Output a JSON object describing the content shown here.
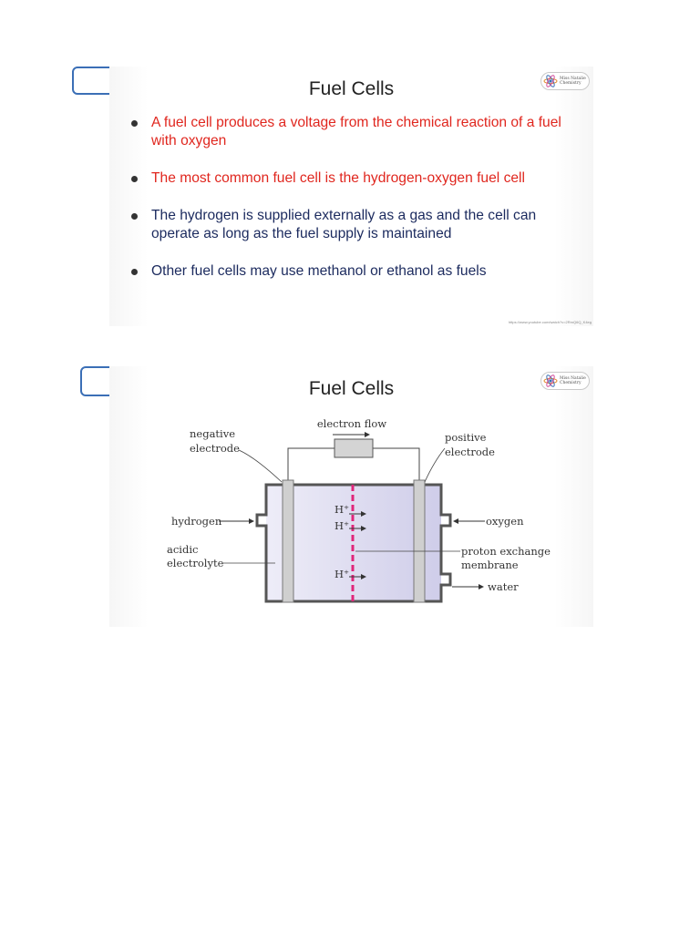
{
  "slides": [
    {
      "title": "Fuel Cells",
      "logo_text": "Miss Natalie\nChemistry",
      "bullets": [
        "A fuel cell produces a voltage from the chemical reaction of a fuel with oxygen",
        "The most common fuel cell is the hydrogen-oxygen fuel cell",
        "The hydrogen is supplied externally as a gas and the cell can operate as long as the fuel supply is maintained",
        "Other fuel cells may use methanol or ethanol as fuels"
      ],
      "source_link": "https://www.youtube.com/watch?v=2RmQ6Q_K4eg"
    },
    {
      "title": "Fuel Cells",
      "logo_text": "Miss Natalie\nChemistry",
      "diagram": {
        "electron_flow": "electron flow",
        "negative_electrode": [
          "negative",
          "electrode"
        ],
        "positive_electrode": [
          "positive",
          "electrode"
        ],
        "hydrogen": "hydrogen",
        "acidic_electrolyte": [
          "acidic",
          "electrolyte"
        ],
        "oxygen": "oxygen",
        "proton_exchange_membrane": [
          "proton exchange",
          "membrane"
        ],
        "water": "water",
        "ion_label": "H⁺"
      }
    }
  ],
  "colors": {
    "box_border": "#3b6fb6",
    "bullet_red": "#e0261e",
    "bullet_blue": "#1b2a5e",
    "membrane": "#e0267a",
    "electrolyte": "#d9d8ef"
  }
}
